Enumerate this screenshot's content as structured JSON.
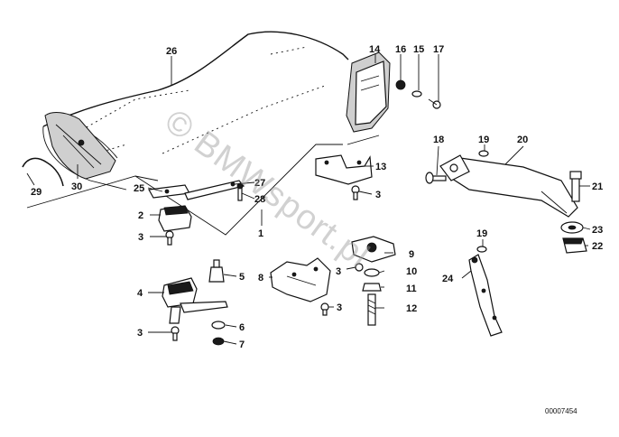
{
  "diagram": {
    "watermark": "© BMWsport.pl",
    "reference_number": "00007454",
    "callouts": {
      "c1": "1",
      "c2": "2",
      "c3a": "3",
      "c3b": "3",
      "c3c": "3",
      "c3d": "3",
      "c3e": "3",
      "c4": "4",
      "c5": "5",
      "c6": "6",
      "c7": "7",
      "c8": "8",
      "c9": "9",
      "c10": "10",
      "c11": "11",
      "c12": "12",
      "c13": "13",
      "c14": "14",
      "c15": "15",
      "c16": "16",
      "c17": "17",
      "c18": "18",
      "c19a": "19",
      "c19b": "19",
      "c20": "20",
      "c21": "21",
      "c22": "22",
      "c23": "23",
      "c24": "24",
      "c25": "25",
      "c26": "26",
      "c27": "27",
      "c28": "28",
      "c29": "29",
      "c30": "30"
    }
  }
}
